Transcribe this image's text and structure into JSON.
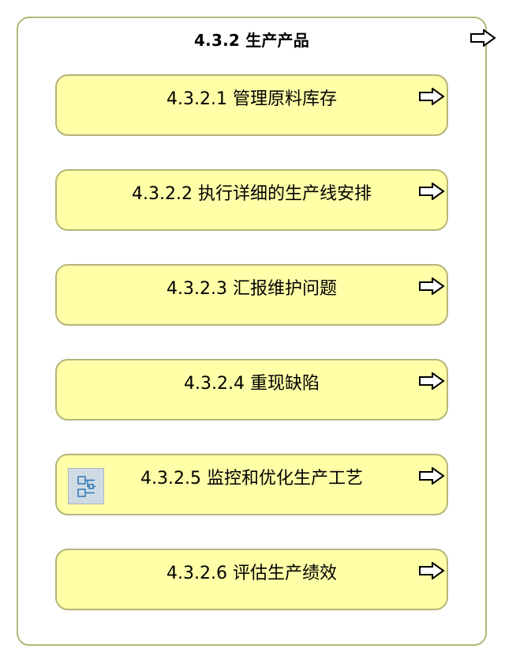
{
  "diagram": {
    "title": "4.3.2 生产产品",
    "items": [
      {
        "label": "4.3.2.1 管理原料库存"
      },
      {
        "label": "4.3.2.2 执行详细的生产线安排"
      },
      {
        "label": "4.3.2.3 汇报维护问题"
      },
      {
        "label": "4.3.2.4 重现缺陷"
      },
      {
        "label": "4.3.2.5 监控和优化生产工艺"
      },
      {
        "label": "4.3.2.6 评估生产绩效"
      }
    ]
  },
  "colors": {
    "card_fill": "#ffffa8",
    "border": "#b5b57a",
    "badge_fill": "#cfdbe3",
    "icon_stroke": "#2f78b5"
  },
  "icons": {
    "arrow": "outline-right-arrow-icon",
    "process": "process-hierarchy-icon"
  }
}
